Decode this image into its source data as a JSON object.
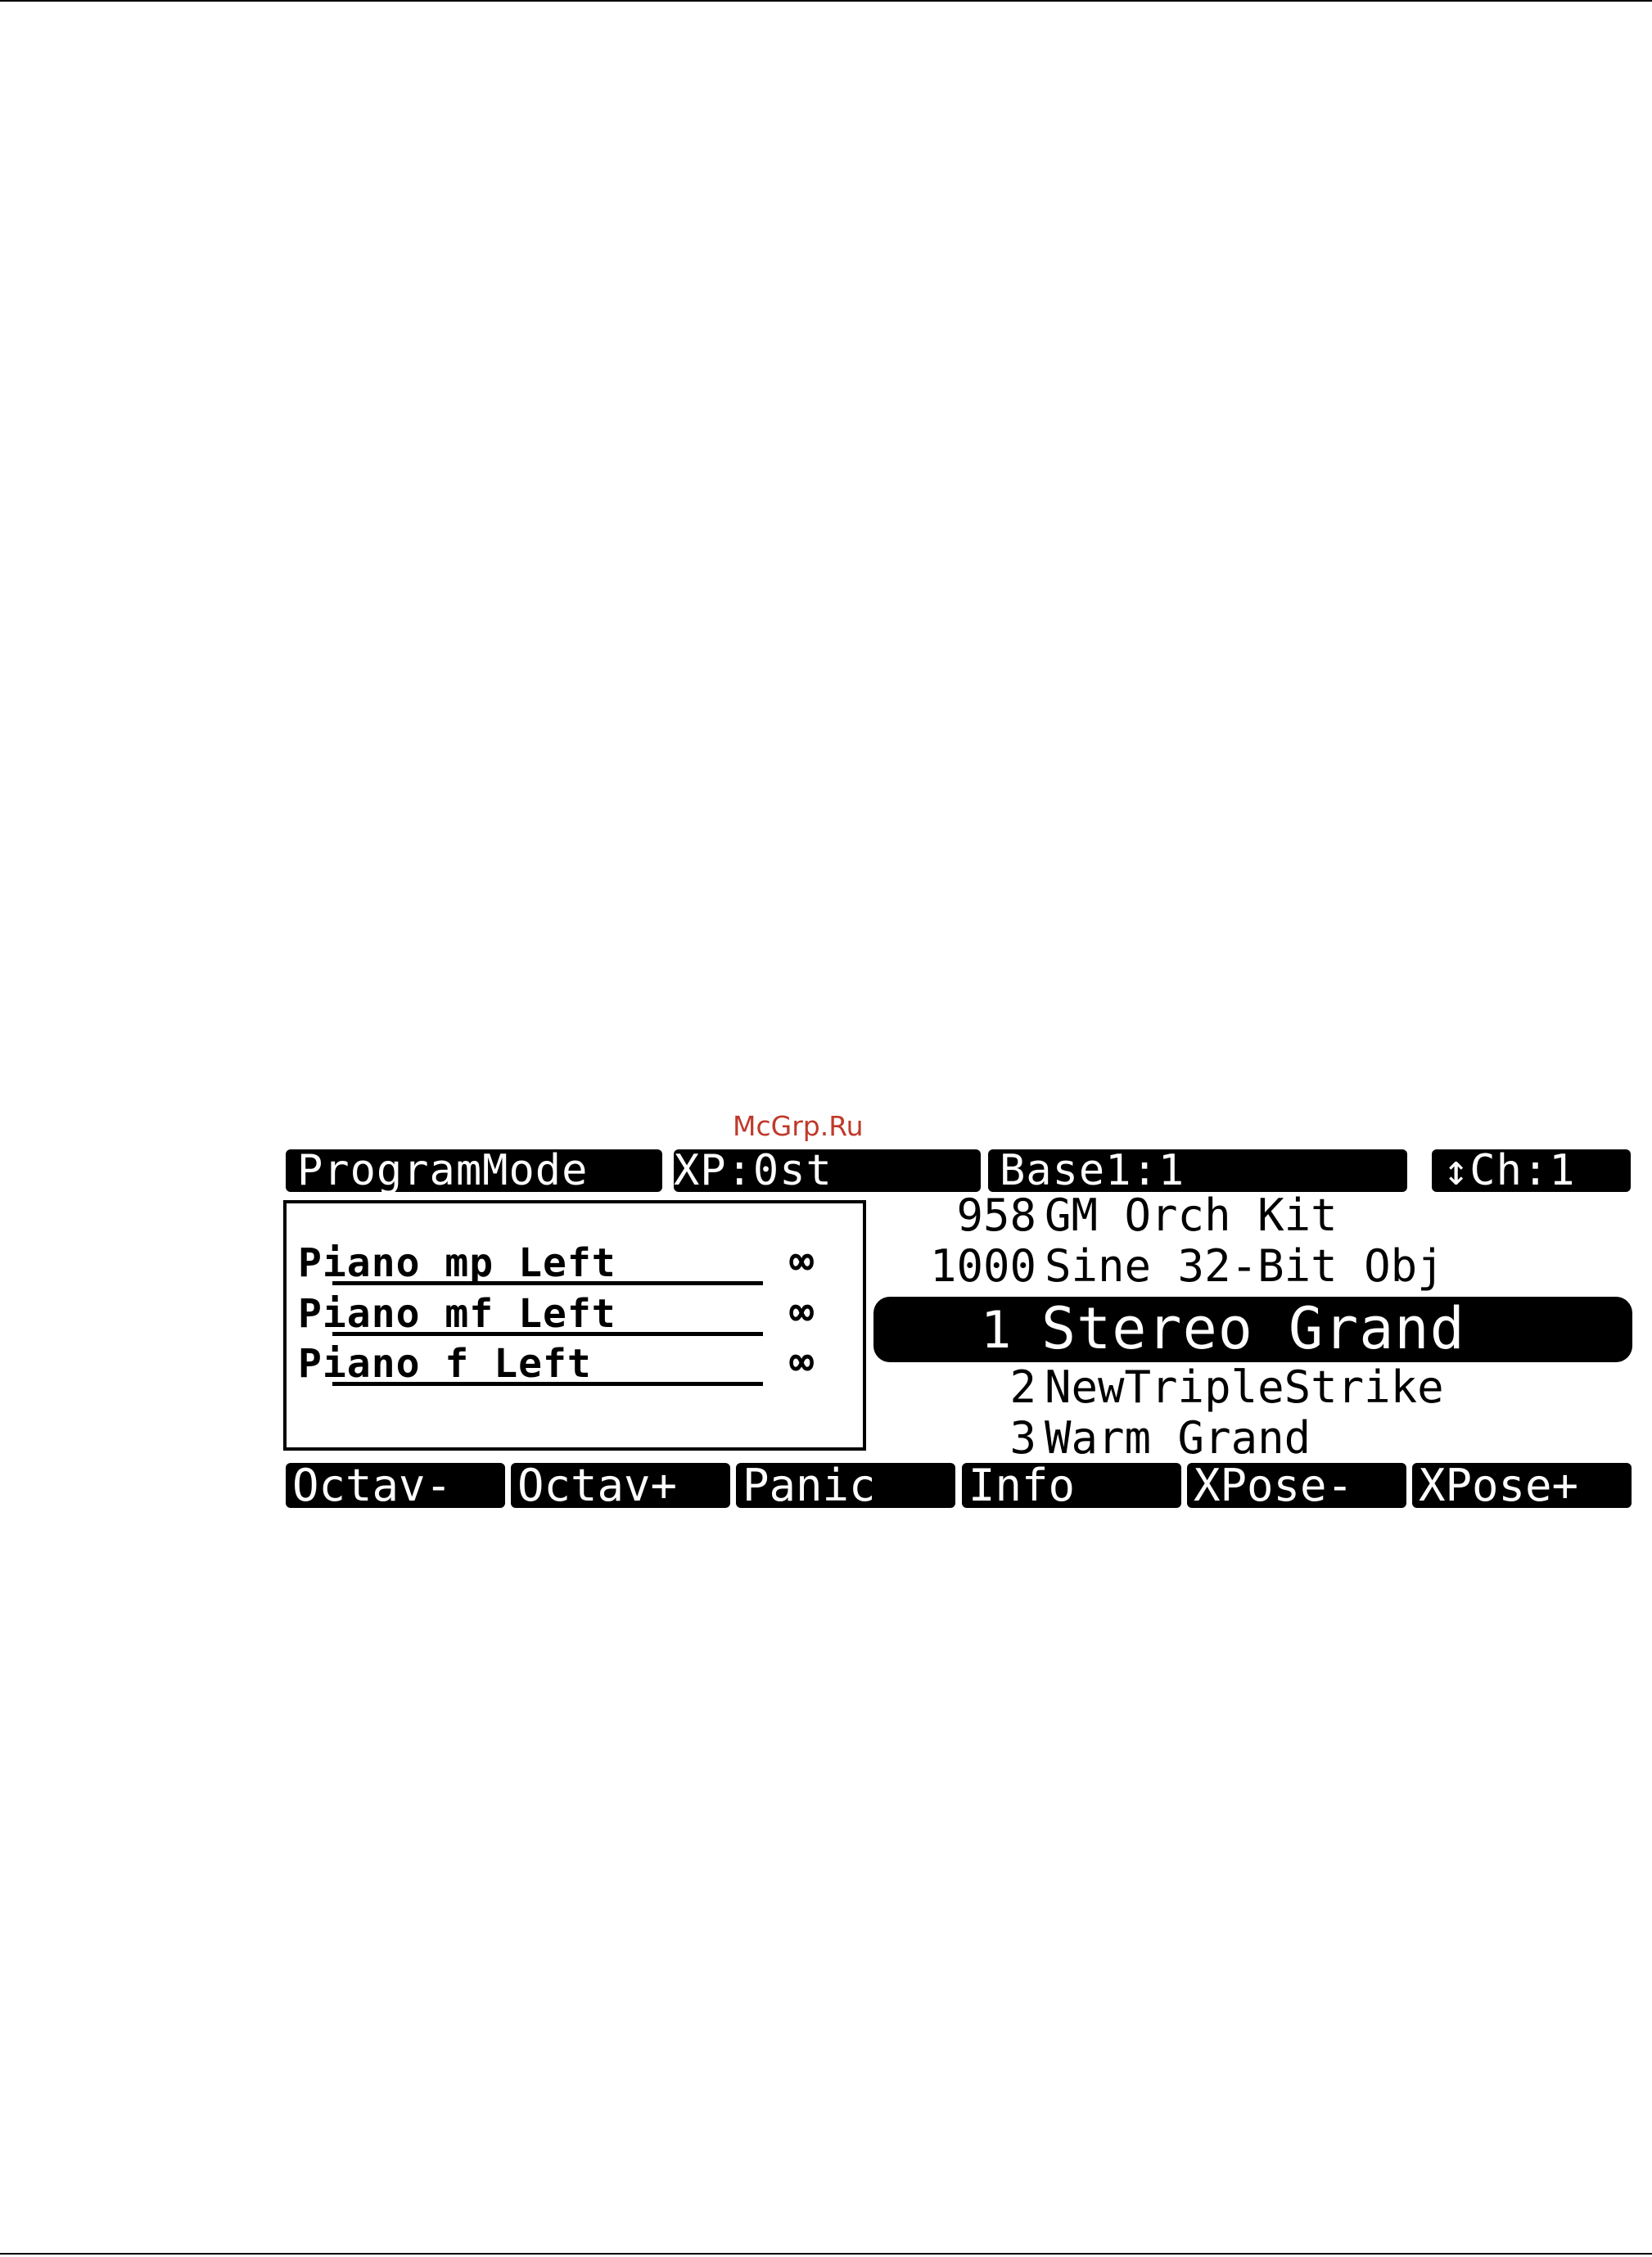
{
  "watermark": "McGrp.Ru",
  "header": {
    "mode": "ProgramMode",
    "transpose": "XP:0st",
    "bank": "Base1:1",
    "channel": "↕Ch:1"
  },
  "keymap": {
    "items": [
      {
        "name": "Piano mp Left",
        "value": "∞"
      },
      {
        "name": "Piano mf Left",
        "value": "∞"
      },
      {
        "name": "Piano f Left",
        "value": "∞"
      }
    ]
  },
  "programs": {
    "above": [
      {
        "number": "958",
        "name": "GM Orch Kit"
      },
      {
        "number": "1000",
        "name": "Sine 32-Bit Obj"
      }
    ],
    "selected": {
      "number": "1",
      "name": "Stereo Grand"
    },
    "below": [
      {
        "number": "2",
        "name": "NewTripleStrike"
      },
      {
        "number": "3",
        "name": "Warm Grand"
      }
    ]
  },
  "softbuttons": [
    "Octav-",
    "Octav+",
    "Panic",
    "Info",
    "XPose-",
    "XPose+"
  ],
  "colors": {
    "lcd_foreground": "#000000",
    "lcd_background": "#ffffff",
    "watermark": "#c0392b"
  }
}
